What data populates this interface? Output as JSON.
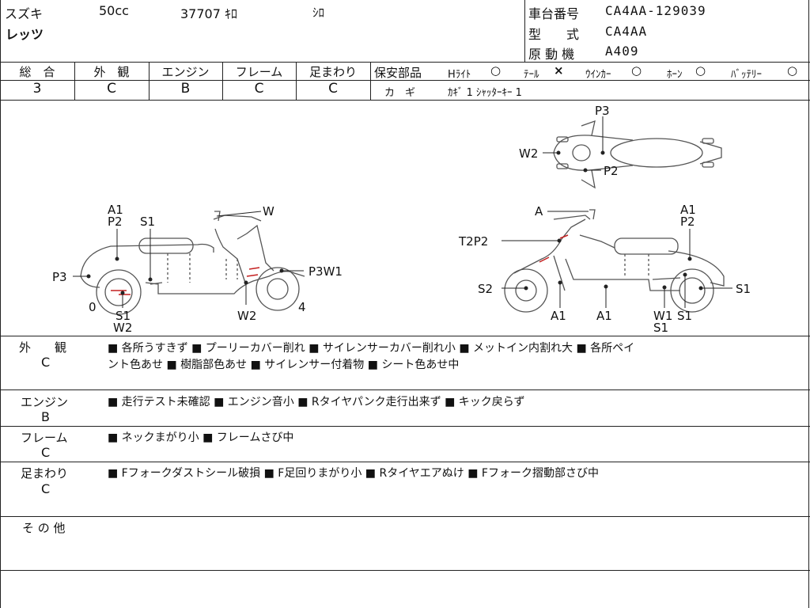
{
  "header": {
    "maker": "スズキ",
    "displacement": "50cc",
    "mileage": "37707 ｷﾛ",
    "color": "ｼﾛ",
    "model_name": "レッツ",
    "frame_no_label": "車台番号",
    "frame_no": "CA4AA-129039",
    "type_label": "型　　式",
    "type": "CA4AA",
    "engine_label": "原 動 機",
    "engine": "A409"
  },
  "scores": {
    "overall_label": "総　合",
    "overall": "3",
    "exterior_label": "外　観",
    "exterior": "C",
    "engine_label": "エンジン",
    "engine": "B",
    "frame_label": "フレーム",
    "frame": "C",
    "suspension_label": "足まわり",
    "suspension": "C"
  },
  "safety": {
    "label": "保安部品",
    "headlight_label": "Hﾗｲﾄ",
    "headlight": "○",
    "tail_label": "ﾃｰﾙ",
    "tail": "×",
    "winker_label": "ｳｲﾝｶｰ",
    "winker": "○",
    "horn_label": "ﾎｰﾝ",
    "horn": "○",
    "battery_label": "ﾊﾞｯﾃﾘｰ",
    "battery": "○",
    "key_label": "カ　ギ",
    "key_value": "ｶｷﾞ 1  ｼｬｯﾀｰｷｰ 1"
  },
  "diagram": {
    "left": {
      "a1": "A1",
      "p2": "P2",
      "s1": "S1",
      "w": "W",
      "p3": "P3",
      "p3w1": "P3W1",
      "zero": "0",
      "s1b": "S1",
      "w2b": "W2",
      "w2": "W2",
      "four": "4"
    },
    "right": {
      "a": "A",
      "a1": "A1",
      "p2": "P2",
      "t2p2": "T2P2",
      "s2": "S2",
      "s1": "S1",
      "a1b": "A1",
      "a1c": "A1",
      "w1": "W1",
      "s1b": "S1",
      "s1c": "S1"
    },
    "top": {
      "p3": "P3",
      "w2": "W2",
      "p2": "P2"
    }
  },
  "remarks": {
    "exterior_label": "外　　観",
    "exterior_grade": "C",
    "exterior_line1": "■ 各所うすきず ■ プーリーカバー削れ ■ サイレンサーカバー削れ小 ■ メットイン内割れ大 ■ 各所ペイ",
    "exterior_line2": "ント色あせ ■ 樹脂部色あせ ■ サイレンサー付着物 ■ シート色あせ中",
    "engine_label": "エンジン",
    "engine_grade": "B",
    "engine_line1": "■ 走行テスト未確認 ■ エンジン音小 ■ Rタイヤパンク走行出来ず ■ キック戻らず",
    "frame_label": "フレーム",
    "frame_grade": "C",
    "frame_line1": "■ ネックまがり小 ■ フレームさび中",
    "suspension_label": "足まわり",
    "suspension_grade": "C",
    "suspension_line1": "■ Fフォークダストシール破損 ■ F足回りまがり小 ■ Rタイヤエアぬけ ■ Fフォーク摺動部さび中",
    "other_label": "そ の 他"
  }
}
